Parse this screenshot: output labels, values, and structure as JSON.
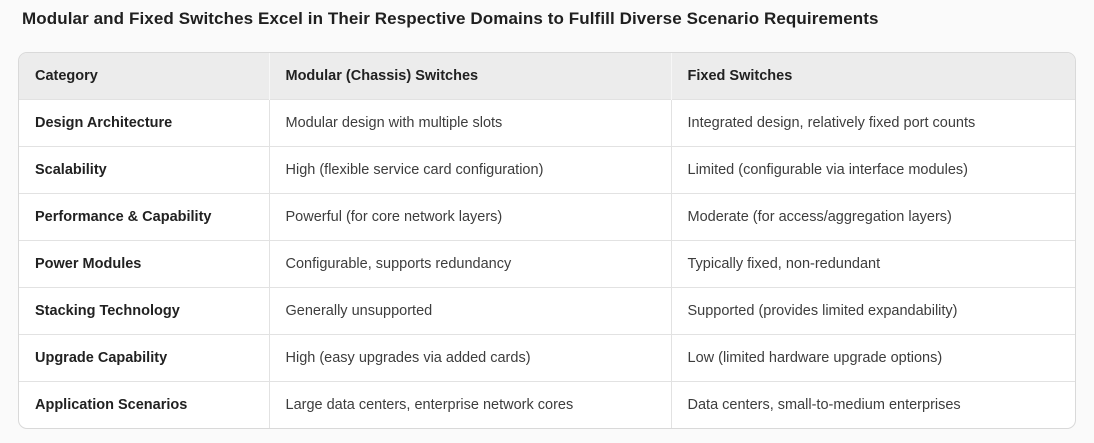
{
  "page": {
    "title": "Modular and Fixed Switches Excel in Their Respective Domains to Fulfill Diverse Scenario Requirements"
  },
  "colors": {
    "page_bg": "#fafafa",
    "table_bg": "#ffffff",
    "header_bg": "#ececec",
    "row_border": "#e2e2e2",
    "outer_border": "#d9d9d9",
    "header_divider": "#f7f7f7",
    "title_text": "#1f1f1f",
    "category_text": "#212121",
    "value_text": "#3d3d3d"
  },
  "table": {
    "headers": [
      "Category",
      "Modular (Chassis) Switches",
      "Fixed Switches"
    ],
    "rows": [
      {
        "category": "Design Architecture",
        "modular": "Modular design with multiple slots",
        "fixed": "Integrated design, relatively fixed port counts"
      },
      {
        "category": "Scalability",
        "modular": "High (flexible service card configuration)",
        "fixed": "Limited (configurable via interface modules)"
      },
      {
        "category": "Performance & Capability",
        "modular": "Powerful (for core network layers)",
        "fixed": "Moderate (for access/aggregation layers)"
      },
      {
        "category": "Power Modules",
        "modular": "Configurable, supports redundancy",
        "fixed": "Typically fixed, non-redundant"
      },
      {
        "category": "Stacking Technology",
        "modular": "Generally unsupported",
        "fixed": "Supported (provides limited expandability)"
      },
      {
        "category": "Upgrade Capability",
        "modular": "High (easy upgrades via added cards)",
        "fixed": "Low (limited hardware upgrade options)"
      },
      {
        "category": "Application Scenarios",
        "modular": "Large data centers, enterprise network cores",
        "fixed": "Data centers, small-to-medium enterprises"
      }
    ]
  }
}
